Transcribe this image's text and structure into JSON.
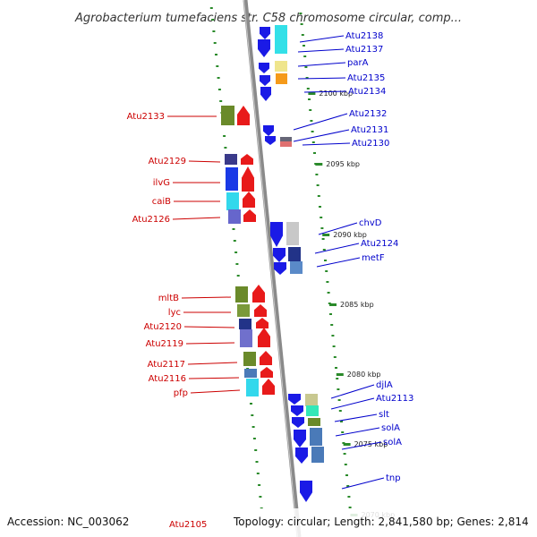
{
  "title": "Agrobacterium tumefaciens str. C58 chromosome circular, comp...",
  "footer": {
    "accession": "Accession: NC_003062",
    "topology": "Topology: circular; Length: 2,841,580 bp; Genes: 2,814",
    "edge_label": "Atu2105"
  },
  "colors": {
    "forward_label": "#0000cc",
    "reverse_label": "#cc0000",
    "backbone": "#8a8a8a",
    "tick": "#2a8a2a"
  },
  "position_marks": [
    "2100 kbp",
    "2095 kbp",
    "2090 kbp",
    "2085 kbp",
    "2080 kbp",
    "2075 kbp",
    "2070 kbp"
  ],
  "forward_genes": [
    "Atu2138",
    "Atu2137",
    "parA",
    "Atu2135",
    "Atu2134",
    "Atu2132",
    "Atu2131",
    "Atu2130",
    "chvD",
    "Atu2124",
    "metF",
    "djlA",
    "Atu2113",
    "slt",
    "solA",
    "solA",
    "tnp"
  ],
  "reverse_genes": [
    "Atu2133",
    "Atu2129",
    "ilvG",
    "caiB",
    "Atu2126",
    "mltB",
    "lyc",
    "Atu2120",
    "Atu2119",
    "Atu2117",
    "Atu2116",
    "pfp"
  ]
}
